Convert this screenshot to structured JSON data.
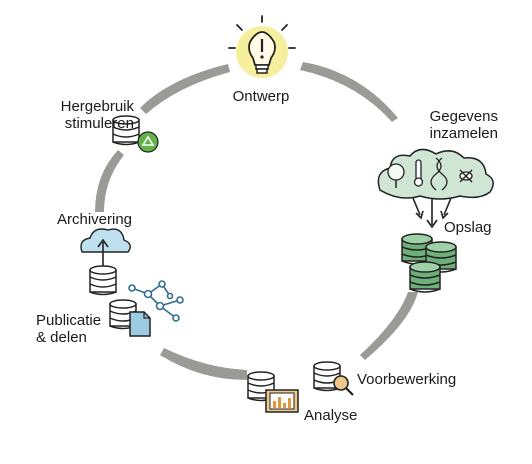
{
  "diagram": {
    "stages": {
      "ontwerp": "Ontwerp",
      "gegevens_inzamelen_line1": "Gegevens",
      "gegevens_inzamelen_line2": "inzamelen",
      "opslag": "Opslag",
      "voorbewerking": "Voorbewerking",
      "analyse": "Analyse",
      "publicatie_line1": "Publicatie",
      "publicatie_line2": "& delen",
      "archivering": "Archivering",
      "hergebruik_line1": "Hergebruik",
      "hergebruik_line2": "stimuleren"
    },
    "colors": {
      "arrow": "#9a9a96",
      "bulb_glow": "#f3ea7c",
      "cloud_green": "#cfe6d4",
      "db_green": "#6fb07a",
      "cloud_blue": "#bfe0ee",
      "analyse_orange": "#f0c98a",
      "recycle_green": "#63b34a",
      "network_blue": "#2f6f8f",
      "doc_blue": "#9ccbe2"
    },
    "icons": [
      "lightbulb-icon",
      "tree-icon",
      "thermometer-icon",
      "dna-icon",
      "insect-icon",
      "down-arrows-icon",
      "database-icon",
      "magnifier-icon",
      "chart-icon",
      "document-icon",
      "network-icon",
      "cloud-upload-icon",
      "recycle-icon"
    ]
  }
}
